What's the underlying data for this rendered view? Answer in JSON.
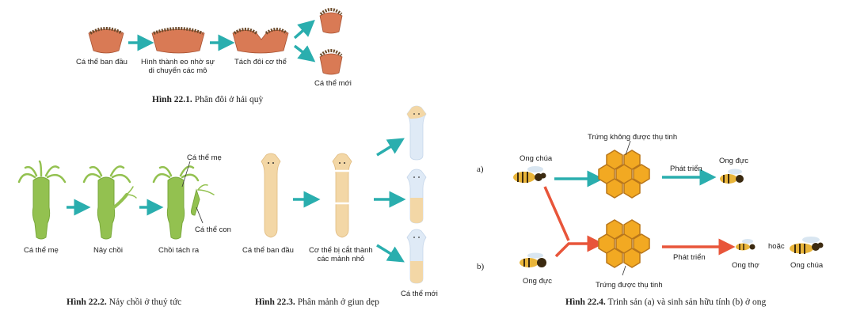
{
  "fig1": {
    "labels": {
      "initial": "Cá thể ban đầu",
      "groove_line1": "Hình thành eo nhờ sự",
      "groove_line2": "di chuyển các mô",
      "split": "Tách đôi cơ thể",
      "new": "Cá thể mới"
    },
    "caption_num": "Hình 22.1.",
    "caption_text": "Phân đôi ở hải quỳ"
  },
  "fig2": {
    "labels": {
      "mother": "Cá thể mẹ",
      "budding": "Nảy chồi",
      "detach": "Chồi tách ra",
      "mother_pointer": "Cá thể mẹ",
      "child_pointer": "Cá thể con"
    },
    "caption_num": "Hình 22.2.",
    "caption_text": "Nảy chồi ở thuỷ tức"
  },
  "fig3": {
    "labels": {
      "initial": "Cá thể ban đầu",
      "cut_line1": "Cơ thể bị cắt thành",
      "cut_line2": "các mảnh nhỏ",
      "new": "Cá thể mới"
    },
    "caption_num": "Hình 22.3.",
    "caption_text": "Phân mảnh ở giun dẹp"
  },
  "fig4": {
    "labels": {
      "a": "a)",
      "b": "b)",
      "queen": "Ong chúa",
      "unfertilized": "Trứng không được thụ tinh",
      "develop_a": "Phát triển",
      "drone": "Ong đực",
      "male": "Ong đực",
      "fertilized": "Trứng được thụ tinh",
      "develop_b": "Phát triển",
      "worker": "Ong thợ",
      "or": "hoặc",
      "queen_result": "Ong chúa"
    },
    "caption_num": "Hình 22.4.",
    "caption_text": "Trinh sản (a) và sinh sản hữu tính (b) ở ong"
  },
  "colors": {
    "arrow_teal": "#2aaeae",
    "arrow_red": "#e8553a",
    "anemone": "#d97a55",
    "hydra": "#93c150",
    "planaria": "#f3d7a6",
    "honeycomb": "#f2a922"
  }
}
